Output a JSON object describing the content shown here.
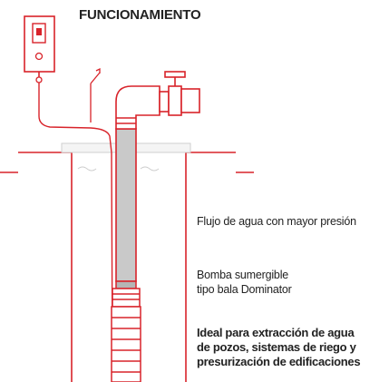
{
  "title": "FUNCIONAMIENTO",
  "labels": {
    "flow": "Flujo de agua con mayor presión",
    "pump_line1": "Bomba sumergible",
    "pump_line2": "tipo bala Dominator",
    "ideal_line1": "Ideal para extracción de agua",
    "ideal_line2": "de pozos, sistemas de riego y",
    "ideal_line3": "presurización de edificaciones"
  },
  "colors": {
    "line": "#d8232a",
    "pipe_fill": "#c9c9c9",
    "pump_fill": "#b5b5b5",
    "ground_fill": "#f4f4f4",
    "water": "#cccccc",
    "text": "#222222"
  },
  "icons": {
    "control_box": "control-box-icon",
    "switch": "switch-icon",
    "flow_arrow": "arrow-up-icon",
    "valve": "valve-icon"
  }
}
